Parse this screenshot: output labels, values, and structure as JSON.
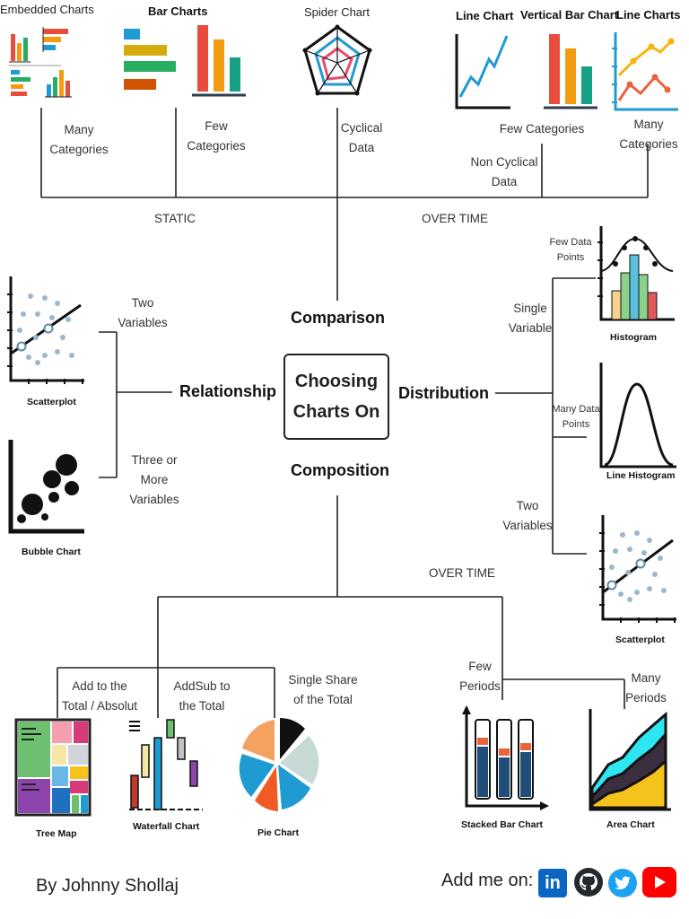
{
  "center": {
    "title": "Choosing Charts On"
  },
  "categories": {
    "comparison": "Comparison",
    "relationship": "Relationship",
    "distribution": "Distribution",
    "composition": "Composition"
  },
  "comparison": {
    "static_label": "STATIC",
    "over_time_label": "OVER TIME",
    "many_categories": "Many Categories",
    "few_categories": "Few Categories",
    "cyclical_data": "Cyclical Data",
    "non_cyclical_data": "Non Cyclical Data",
    "few_categories_right": "Few Categories",
    "many_categories_right": "Many Categories",
    "embedded_charts": "Embedded Charts",
    "bar_charts": "Bar Charts",
    "spider_chart": "Spider Chart",
    "line_chart": "Line Chart",
    "vertical_bar_chart": "Vertical Bar Chart",
    "line_charts": "Line Charts"
  },
  "relationship": {
    "two_variables": "Two Variables",
    "three_or_more": "Three or More Variables",
    "scatterplot": "Scatterplot",
    "bubble_chart": "Bubble Chart"
  },
  "distribution": {
    "single_variable": "Single Variable",
    "two_variables": "Two Variables",
    "few_data_points": "Few Data Points",
    "many_data_points": "Many Data Points",
    "histogram": "Histogram",
    "line_histogram": "Line Histogram",
    "scatterplot": "Scatterplot"
  },
  "composition": {
    "over_time_label": "OVER TIME",
    "add_to_total": "Add to the Total / Absolut",
    "addsub": "AddSub to the Total",
    "single_share": "Single Share of the Total",
    "few_periods": "Few Periods",
    "many_periods": "Many Periods",
    "tree_map": "Tree Map",
    "waterfall_chart": "Waterfall Chart",
    "pie_chart": "Pie Chart",
    "stacked_bar_chart": "Stacked Bar Chart",
    "area_chart": "Area Chart"
  },
  "footer": {
    "author": "By Johnny Shollaj",
    "add_me": "Add me on:",
    "social": [
      "linkedin-icon",
      "github-icon",
      "twitter-icon",
      "youtube-icon"
    ]
  },
  "colors": {
    "linkedin": "#0a66c2",
    "github": "#24292e",
    "twitter": "#1da1f2",
    "youtube": "#ff0000"
  }
}
